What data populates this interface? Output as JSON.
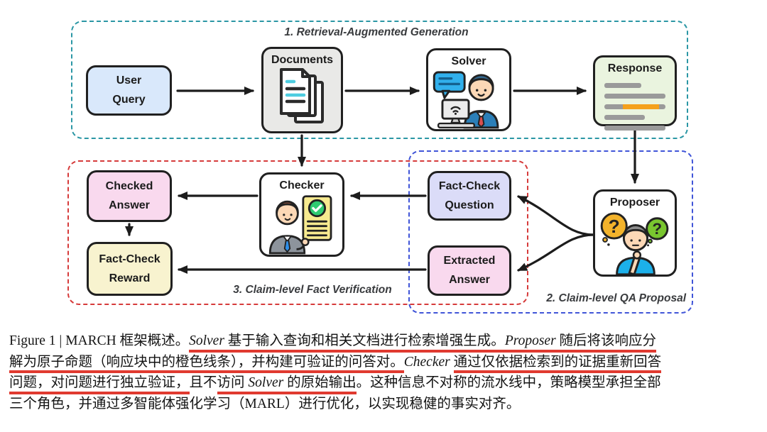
{
  "figure": {
    "sections": {
      "rag": {
        "title": "1. Retrieval-Augmented Generation",
        "border_color": "#2b97a5"
      },
      "qa_proposal": {
        "title": "2. Claim-level QA Proposal",
        "border_color": "#4055d8"
      },
      "fact_verification": {
        "title": "3. Claim-level Fact Verification",
        "border_color": "#d63b3b"
      }
    },
    "nodes": {
      "user_query": {
        "line1": "User",
        "line2": "Query",
        "bg": "#d9e8fb"
      },
      "documents": {
        "label": "Documents",
        "bg": "#e9e9e7"
      },
      "solver": {
        "label": "Solver",
        "bg": "#ffffff"
      },
      "response": {
        "label": "Response",
        "bg": "#eaf4df"
      },
      "checked_answer": {
        "line1": "Checked",
        "line2": "Answer",
        "bg": "#f9d9ee"
      },
      "checker": {
        "label": "Checker",
        "bg": "#ffffff"
      },
      "fact_check_reward": {
        "line1": "Fact-Check",
        "line2": "Reward",
        "bg": "#f8f3cf"
      },
      "fact_check_question": {
        "line1": "Fact-Check",
        "line2": "Question",
        "bg": "#dbdcf8"
      },
      "extracted_answer": {
        "line1": "Extracted",
        "line2": "Answer",
        "bg": "#f9d9ee"
      },
      "proposer": {
        "label": "Proposer",
        "q_left": "?",
        "q_right": "?",
        "bg": "#ffffff"
      }
    },
    "colors": {
      "node_border": "#202020",
      "arrow": "#1c1c1c",
      "response_bar_gray": "#9a9a9a",
      "response_bar_orange": "#f5a11c",
      "caption_underline": "#e03a30"
    }
  },
  "caption": {
    "lines": {
      "l1": {
        "s0": "Figure 1 | MARCH 框架概述。",
        "s1": "Solver",
        "s2": " 基于输入查询和相关文档进行检索增强生成。",
        "s3": "Proposer",
        "s4": " 随后将该响应分"
      },
      "l2": {
        "s0": "解为原子命题（响应块中的橙色线条），并构建可验证的问答对。",
        "s1": "Checker ",
        "s2": "通过仅依据检索到的证据重新回答"
      },
      "l3": {
        "s0": "问题，对问题进行独立验证，",
        "s1": "且不",
        "s2": "访问 ",
        "s3": "Solver",
        "s4": " 的原始输出",
        "s5": "。这种信息不对称的流水线中，策略模型承担全部"
      },
      "l4": {
        "s0": "三个角色，并通过多智能体强化学习（MARL）进行优化，以实现稳健的事实对齐。"
      }
    }
  }
}
